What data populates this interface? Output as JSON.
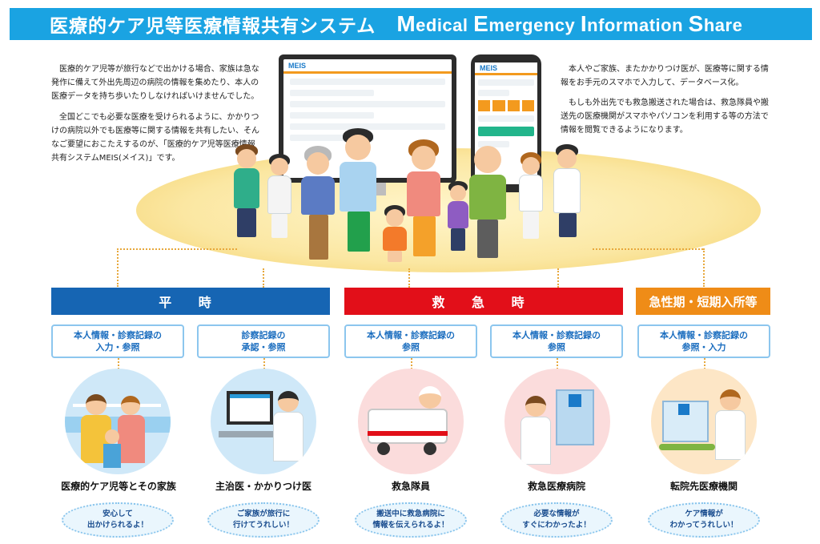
{
  "banner": {
    "jp_title": "医療的ケア児等医療情報共有システム",
    "en_words": [
      {
        "cap": "M",
        "rest": "edical "
      },
      {
        "cap": "E",
        "rest": "mergency "
      },
      {
        "cap": "I",
        "rest": "nformation "
      },
      {
        "cap": "S",
        "rest": "hare"
      }
    ]
  },
  "left_text": [
    "医療的ケア児等が旅行などで出かける場合、家族は急な発作に備えて外出先周辺の病院の情報を集めたり、本人の医療データを持ち歩いたりしなければいけませんでした。",
    "全国どこでも必要な医療を受けられるように、かかりつけの病院以外でも医療等に関する情報を共有したい、そんなご要望におこたえするのが、「医療的ケア児等医療情報共有システムMEIS(メイス)」です。"
  ],
  "right_text": [
    "本人やご家族、またかかりつけ医が、医療等に関する情報をお手元のスマホで入力して、データベース化。",
    "もしも外出先でも救急搬送された場合は、救急隊員や搬送先の医療機関がスマホやパソコンを利用する等の方法で情報を閲覧できるようになります。"
  ],
  "devices": {
    "logo": "MEIS"
  },
  "sections": {
    "normal": "平 時",
    "emergency": "救 急 時",
    "acute": "急性期・短期入所等"
  },
  "boxes": [
    {
      "line1": "本人情報・診察記録の",
      "line2": "入力・参照"
    },
    {
      "line1": "診察記録の",
      "line2": "承認・参照"
    },
    {
      "line1": "本人情報・診察記録の",
      "line2": "参照"
    },
    {
      "line1": "本人情報・診察記録の",
      "line2": "参照"
    },
    {
      "line1": "本人情報・診察記録の",
      "line2": "参照・入力"
    }
  ],
  "roles": [
    "医療的ケア児等とその家族",
    "主治医・かかりつけ医",
    "救急隊員",
    "救急医療病院",
    "転院先医療機関"
  ],
  "bubbles": [
    {
      "line1": "安心して",
      "line2": "出かけられるよ！"
    },
    {
      "line1": "ご家族が旅行に",
      "line2": "行けてうれしい！"
    },
    {
      "line1": "搬送中に救急病院に",
      "line2": "情報を伝えられるよ！"
    },
    {
      "line1": "必要な情報が",
      "line2": "すぐにわかったよ！"
    },
    {
      "line1": "ケア情報が",
      "line2": "わかってうれしい！"
    }
  ],
  "colors": {
    "banner": "#1aa3e2",
    "normal": "#1665b3",
    "emergency": "#e20f19",
    "acute": "#ef8c17"
  }
}
